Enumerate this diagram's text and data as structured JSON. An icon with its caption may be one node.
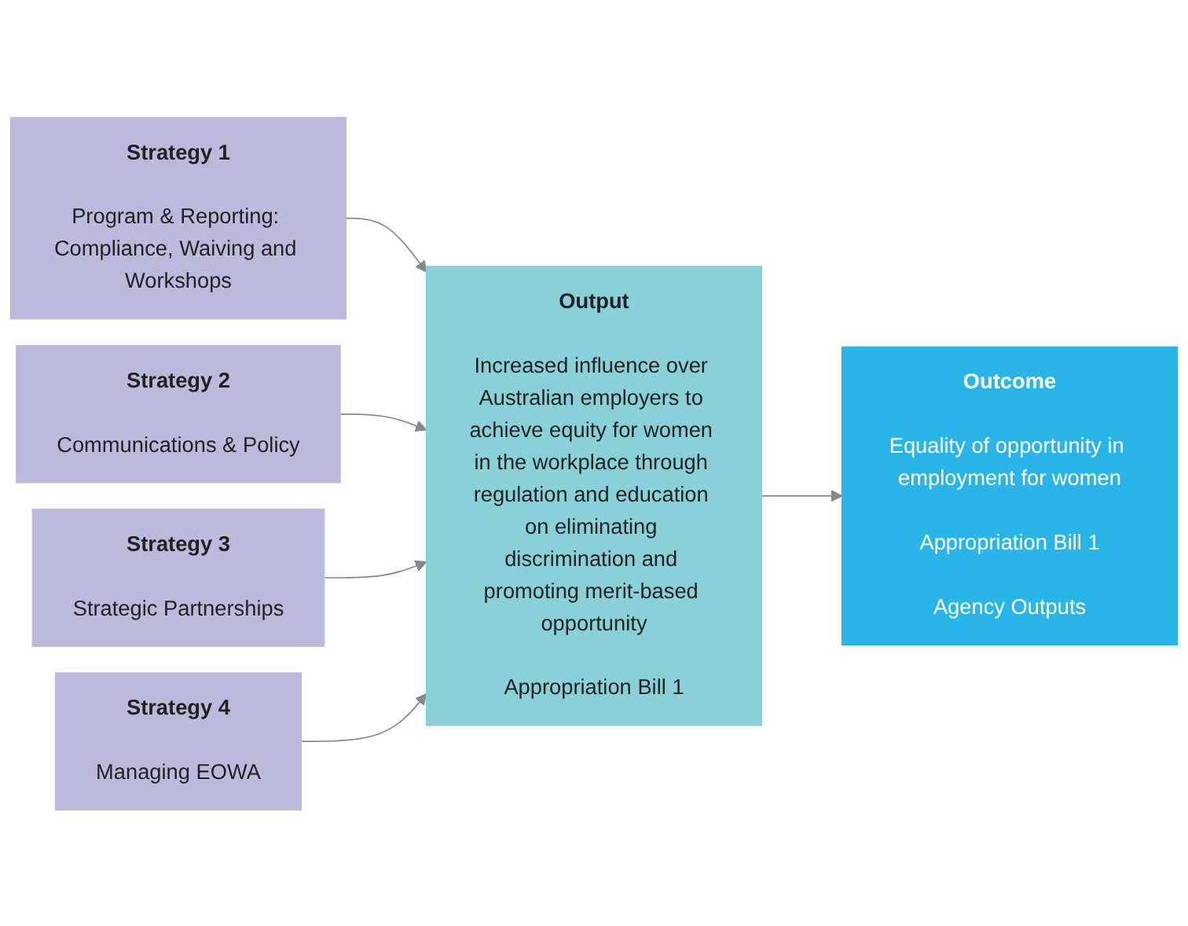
{
  "diagram": {
    "nodes": [
      {
        "text": [
          "Strategy 1",
          "Program & Reporting: Compliance, Waiving and Workshops"
        ]
      },
      {
        "text": [
          "Strategy 2",
          "Communications & Policy"
        ]
      },
      {
        "text": [
          "Strategy 3",
          "Strategic Partnerships"
        ]
      },
      {
        "text": [
          "Strategy 4",
          "Managing EOWA"
        ]
      },
      {
        "text": [
          "Output",
          "Increased influence over Australian employers to achieve equity for women in the workplace through regulation and education on eliminating discrimination and promoting merit-based opportunity",
          "Appropriation Bill 1"
        ]
      },
      {
        "text": [
          "Outcome",
          "Equality of opportunity in employment for women",
          "Appropriation Bill 1",
          "Agency Outputs"
        ]
      }
    ],
    "edges": [
      {
        "from": 0,
        "to": 4,
        "arrow": "to"
      },
      {
        "from": 1,
        "to": 4,
        "arrow": "to"
      },
      {
        "from": 2,
        "to": 4,
        "arrow": "to"
      },
      {
        "from": 3,
        "to": 4,
        "arrow": "to"
      },
      {
        "from": 4,
        "to": 5,
        "arrow": "to"
      }
    ]
  }
}
